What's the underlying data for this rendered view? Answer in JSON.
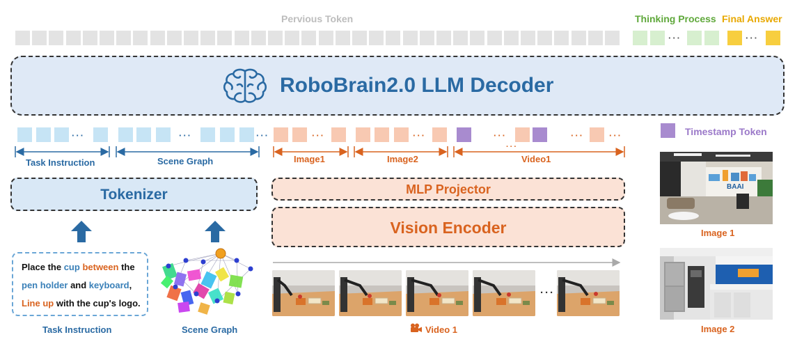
{
  "labels": {
    "previous_token": "Pervious Token",
    "thinking_process": "Thinking Process",
    "final_answer": "Final Answer",
    "decoder_title": "RoboBrain2.0 LLM Decoder",
    "timestamp_token": "Timestamp Token",
    "task_instruction_brace": "Task Instruction",
    "scene_graph_brace": "Scene Graph",
    "image1_brace": "Image1",
    "image2_brace": "Image2",
    "video1_brace": "Video1",
    "tokenizer": "Tokenizer",
    "mlp_projector": "MLP Projector",
    "vision_encoder": "Vision Encoder",
    "task_instruction_caption": "Task Instruction",
    "scene_graph_caption": "Scene Graph",
    "video1_caption": "Video 1",
    "image1_caption": "Image 1",
    "image2_caption": "Image 2",
    "ellipsis": "···",
    "video_dots": "···"
  },
  "prompt": {
    "l1a": "Place the ",
    "l1b": "cup",
    "l1c": " between",
    "l1d": " the",
    "l2a": "pen holder",
    "l2b": " and ",
    "l2c": "keyboard",
    "l2d": ",",
    "l3a": "Line up",
    "l3b": " with the cup's logo."
  },
  "photo_text": {
    "baai": "BAAI"
  },
  "colors": {
    "blue": "#2a6aa3",
    "blue_label": "#3a80b8",
    "orange": "#d9631f",
    "purple": "#9b79c9",
    "green": "#5fa83b",
    "yellow": "#e8a800",
    "grey_label": "#bdbdbd",
    "decoder_bg": "#dfe9f6",
    "tokenizer_bg": "#d9e8f6",
    "vision_bg": "#fbe2d6"
  }
}
